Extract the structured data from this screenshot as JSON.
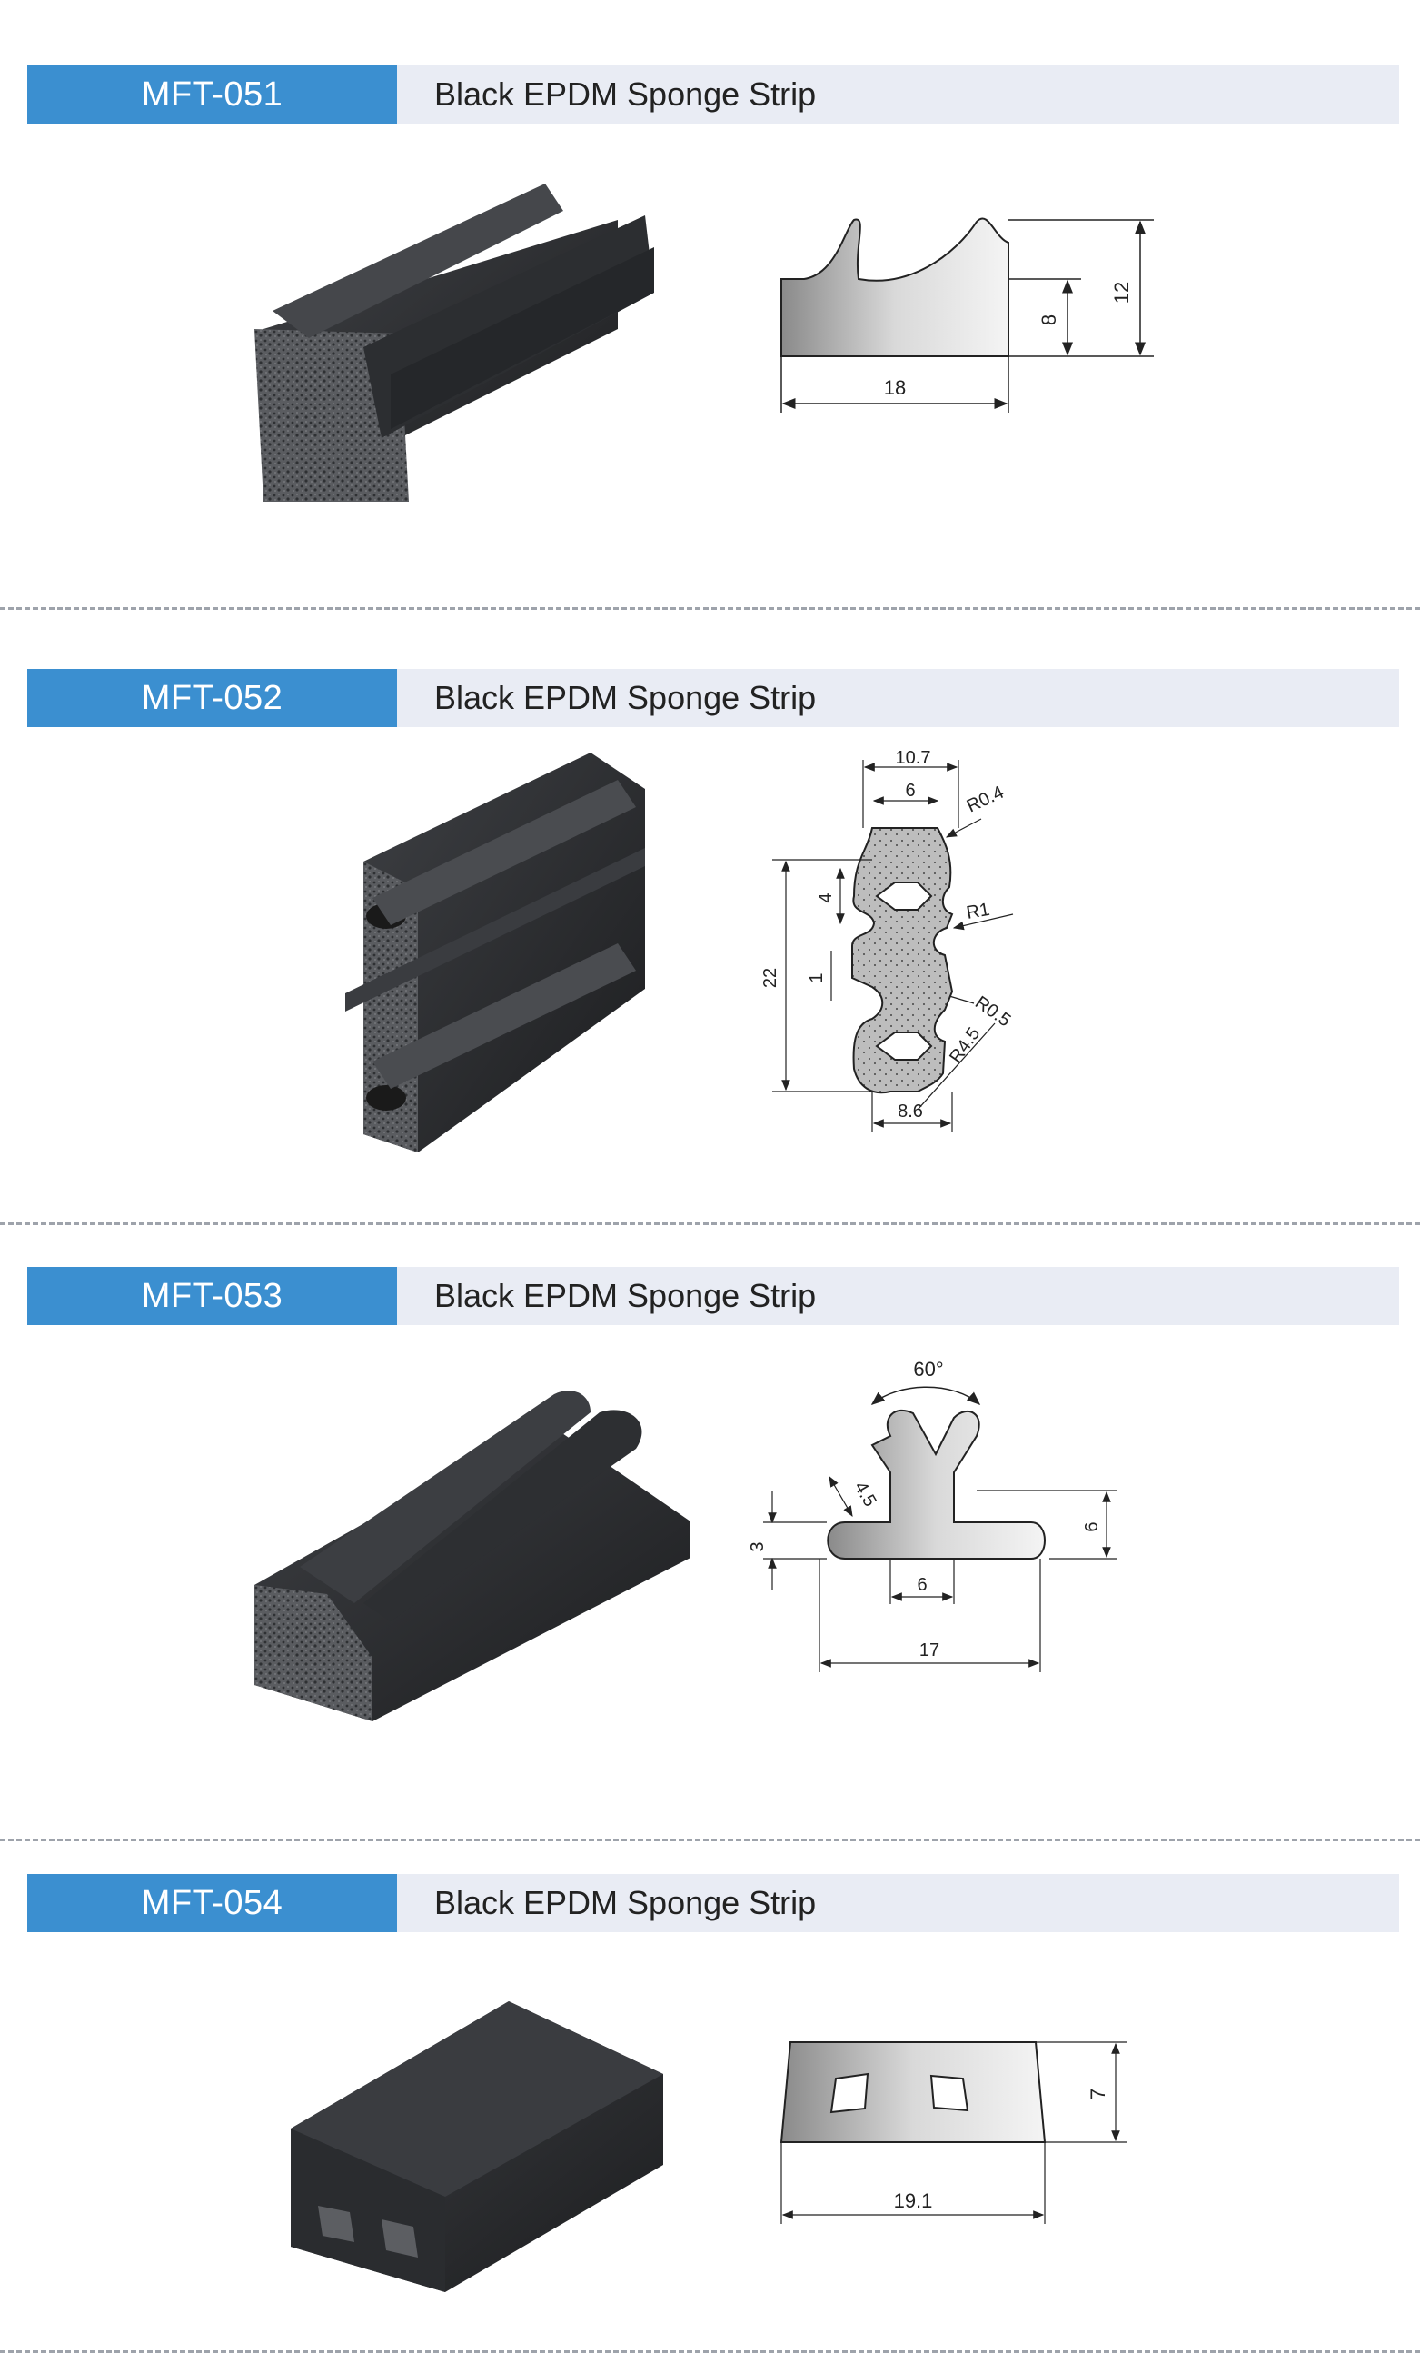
{
  "products": [
    {
      "code": "MFT-051",
      "title": "Black EPDM Sponge Strip",
      "dims": {
        "width": "18",
        "height_outer": "12",
        "height_inner": "8"
      }
    },
    {
      "code": "MFT-052",
      "title": "Black EPDM Sponge Strip",
      "dims": {
        "top": "10.7",
        "inner": "6",
        "r1": "R0.4",
        "r2": "R1",
        "r3": "R0.5",
        "r4": "R4.5",
        "h1": "4",
        "h2": "1",
        "height": "22",
        "bottom": "8.6"
      }
    },
    {
      "code": "MFT-053",
      "title": "Black EPDM Sponge Strip",
      "dims": {
        "angle": "60°",
        "arm": "4.5",
        "base": "3",
        "height": "6",
        "stem": "6",
        "width": "17"
      }
    },
    {
      "code": "MFT-054",
      "title": "Black EPDM Sponge Strip",
      "dims": {
        "height": "7",
        "width": "19.1"
      }
    }
  ],
  "colors": {
    "accent": "#3b8fd0",
    "header_bg": "#e9ecf4",
    "divider": "#9ea3ab",
    "rubber": "#2b2d30"
  }
}
